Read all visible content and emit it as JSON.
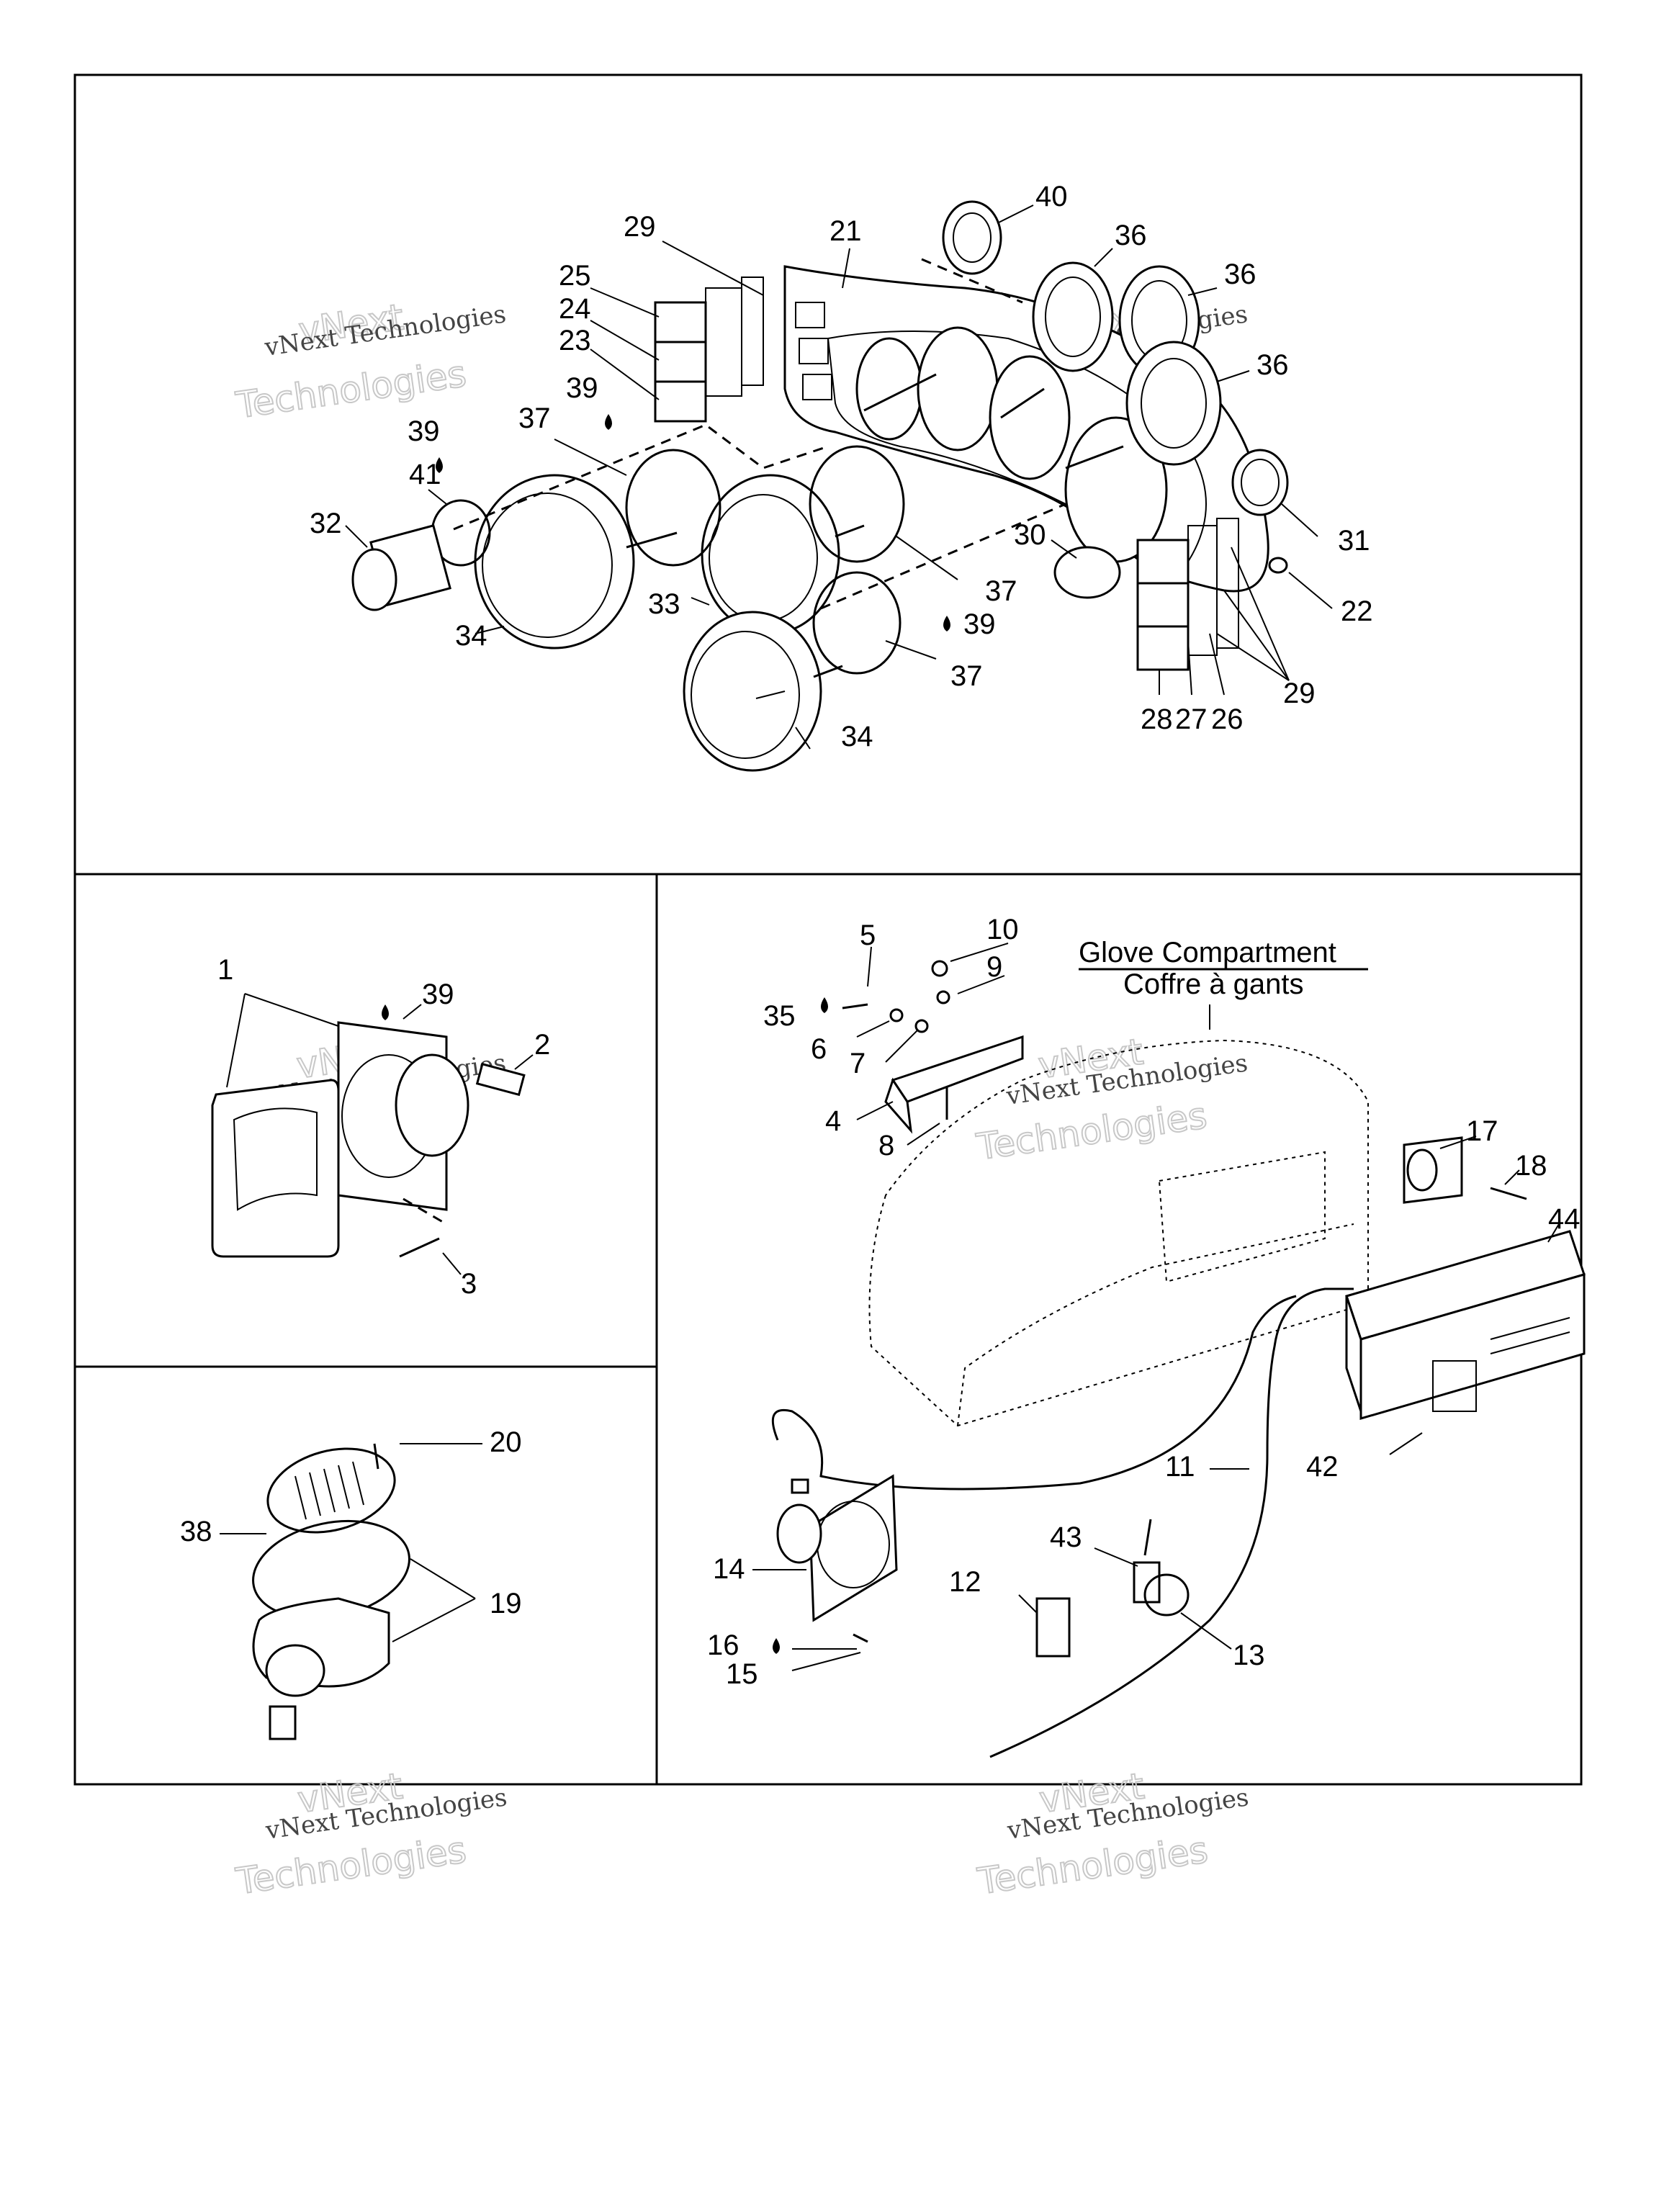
{
  "callouts": {
    "c1": "1",
    "c2": "2",
    "c3": "3",
    "c4": "4",
    "c5": "5",
    "c6": "6",
    "c7": "7",
    "c8": "8",
    "c9": "9",
    "c10": "10",
    "c11": "11",
    "c12": "12",
    "c13": "13",
    "c14": "14",
    "c15": "15",
    "c16": "16",
    "c17": "17",
    "c18": "18",
    "c19": "19",
    "c20": "20",
    "c21": "21",
    "c22": "22",
    "c23": "23",
    "c24": "24",
    "c25": "25",
    "c26": "26",
    "c27": "27",
    "c28": "28",
    "c29": "29",
    "c30": "30",
    "c31": "31",
    "c32": "32",
    "c33": "33",
    "c34": "34",
    "c35": "35",
    "c36": "36",
    "c37": "37",
    "c38": "38",
    "c39": "39",
    "c40": "40",
    "c41": "41",
    "c42": "42",
    "c43": "43",
    "c44": "44"
  },
  "captions": {
    "glove_en": "Glove Compartment",
    "glove_fr": "Coffre à gants"
  },
  "watermark": {
    "line1": "vNext Technologies",
    "line2": "vNext",
    "line3": "Technologies"
  }
}
